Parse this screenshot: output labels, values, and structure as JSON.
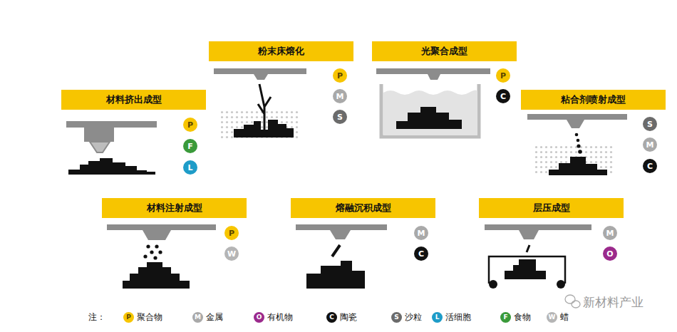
{
  "diagram": {
    "nodes": [
      {
        "text": [
          "材料挤出成型"
        ]
      },
      {
        "text": [
          "P"
        ]
      },
      {
        "text": [
          "F"
        ]
      },
      {
        "text": [
          "L"
        ]
      },
      {
        "text": [
          "粉末床熔化"
        ]
      },
      {
        "text": [
          "P"
        ]
      },
      {
        "text": [
          "M"
        ]
      },
      {
        "text": [
          "S"
        ]
      },
      {
        "text": [
          "光聚合成型"
        ]
      },
      {
        "text": [
          "P"
        ]
      },
      {
        "text": [
          "C"
        ]
      },
      {
        "text": [
          "粘合剂喷射成型"
        ]
      },
      {
        "text": [
          "S"
        ]
      },
      {
        "text": [
          "M"
        ]
      },
      {
        "text": [
          "C"
        ]
      },
      {
        "text": [
          "材料注射成型"
        ]
      },
      {
        "text": [
          "P"
        ]
      },
      {
        "text": [
          "W"
        ]
      },
      {
        "text": [
          "熔融沉积成型"
        ]
      },
      {
        "text": [
          "M"
        ]
      },
      {
        "text": [
          "C"
        ]
      },
      {
        "text": [
          "层压成型"
        ]
      },
      {
        "text": [
          "M"
        ]
      },
      {
        "text": [
          "O"
        ]
      }
    ],
    "labels": [
      "注：",
      "P",
      "M",
      "O",
      "C",
      "S",
      "L",
      "F",
      "W",
      "新材料产业"
    ],
    "legend": [
      {
        "text": "聚合物",
        "color": "#f7c500"
      },
      {
        "text": "金属",
        "color": "#a9a9a9"
      },
      {
        "text": "有机物",
        "color": "#9b2a8c"
      },
      {
        "text": "陶瓷",
        "color": "#111111"
      },
      {
        "text": "沙粒",
        "color": "#6b6b6b"
      },
      {
        "text": "活细胞",
        "color": "#1e9cc8"
      },
      {
        "text": "食物",
        "color": "#3a9a3a"
      },
      {
        "text": "蜡",
        "color": "#b5b5b5"
      }
    ]
  }
}
